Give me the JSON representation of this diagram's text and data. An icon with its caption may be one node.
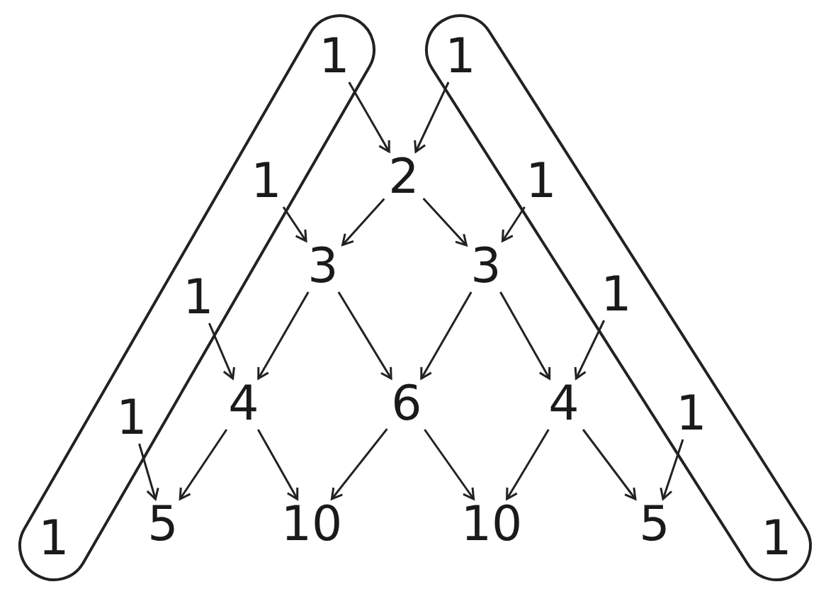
{
  "diagram": {
    "nodes": [
      {
        "text": [],
        "shape": "band"
      },
      {
        "text": [],
        "shape": "band"
      },
      {
        "text": [
          "1"
        ],
        "in": 0
      },
      {
        "text": [
          "1"
        ],
        "in": 0
      },
      {
        "text": [
          "1"
        ],
        "in": 0
      },
      {
        "text": [
          "1"
        ],
        "in": 0
      },
      {
        "text": [
          "1"
        ],
        "in": 0
      },
      {
        "text": [
          "1"
        ],
        "in": 1
      },
      {
        "text": [
          "1"
        ],
        "in": 1
      },
      {
        "text": [
          "1"
        ],
        "in": 1
      },
      {
        "text": [
          "1"
        ],
        "in": 1
      },
      {
        "text": [
          "1"
        ],
        "in": 1
      },
      {
        "text": [
          "2"
        ]
      },
      {
        "text": [
          "3"
        ]
      },
      {
        "text": [
          "3"
        ]
      },
      {
        "text": [
          "4"
        ]
      },
      {
        "text": [
          "6"
        ]
      },
      {
        "text": [
          "4"
        ]
      },
      {
        "text": [
          "5"
        ]
      },
      {
        "text": [
          "10"
        ]
      },
      {
        "text": [
          "10"
        ]
      },
      {
        "text": [
          "5"
        ]
      }
    ],
    "edges": [
      {
        "from": 2,
        "to": 12,
        "arrow": "to"
      },
      {
        "from": 7,
        "to": 12,
        "arrow": "to"
      },
      {
        "from": 3,
        "to": 13,
        "arrow": "to"
      },
      {
        "from": 12,
        "to": 13,
        "arrow": "to"
      },
      {
        "from": 12,
        "to": 14,
        "arrow": "to"
      },
      {
        "from": 8,
        "to": 14,
        "arrow": "to"
      },
      {
        "from": 4,
        "to": 15,
        "arrow": "to"
      },
      {
        "from": 13,
        "to": 15,
        "arrow": "to"
      },
      {
        "from": 13,
        "to": 16,
        "arrow": "to"
      },
      {
        "from": 14,
        "to": 16,
        "arrow": "to"
      },
      {
        "from": 14,
        "to": 17,
        "arrow": "to"
      },
      {
        "from": 9,
        "to": 17,
        "arrow": "to"
      },
      {
        "from": 5,
        "to": 18,
        "arrow": "to"
      },
      {
        "from": 15,
        "to": 18,
        "arrow": "to"
      },
      {
        "from": 15,
        "to": 19,
        "arrow": "to"
      },
      {
        "from": 16,
        "to": 19,
        "arrow": "to"
      },
      {
        "from": 16,
        "to": 20,
        "arrow": "to"
      },
      {
        "from": 17,
        "to": 20,
        "arrow": "to"
      },
      {
        "from": 17,
        "to": 21,
        "arrow": "to"
      },
      {
        "from": 10,
        "to": 21,
        "arrow": "to"
      }
    ]
  }
}
